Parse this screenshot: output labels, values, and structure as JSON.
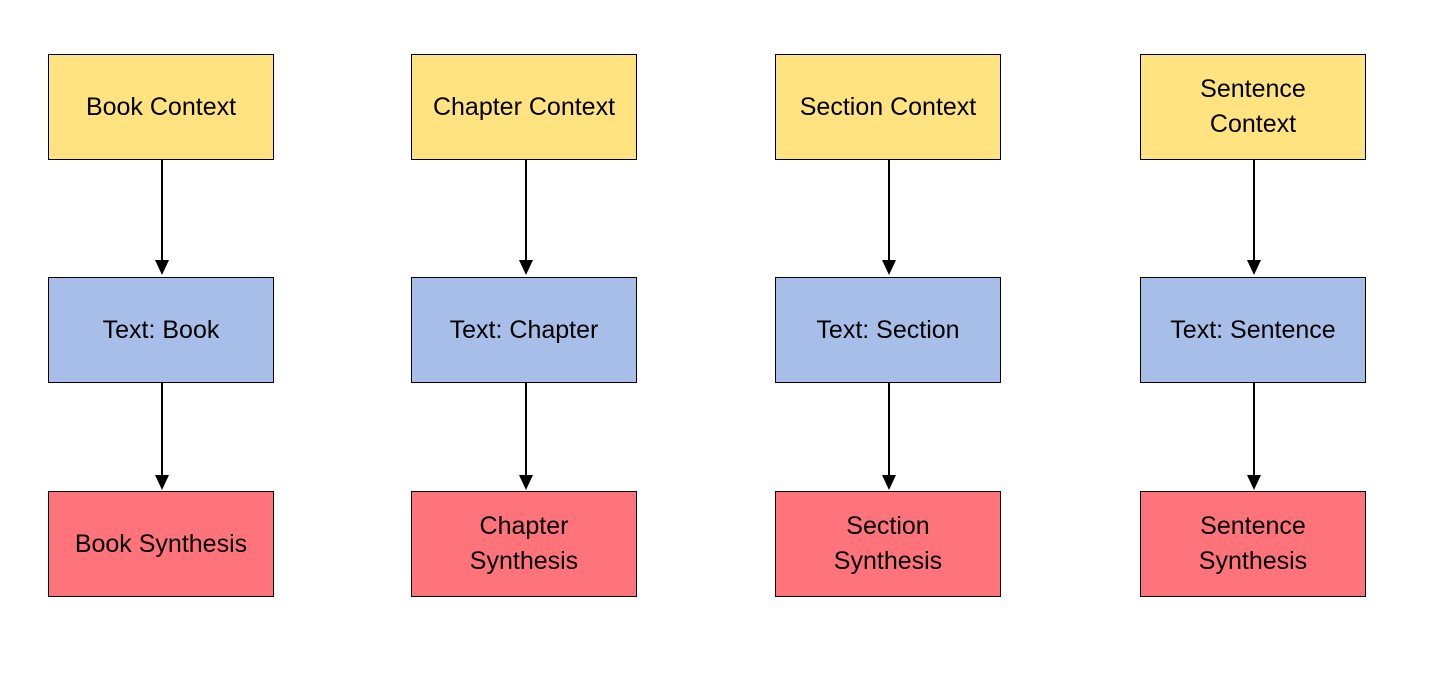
{
  "colors": {
    "context": "#FFE380",
    "text": "#A7BFE8",
    "synthesis": "#FF737A",
    "stroke": "#000000"
  },
  "columns": [
    {
      "context": "Book Context",
      "text": "Text: Book",
      "synthesis": "Book Synthesis"
    },
    {
      "context": "Chapter Context",
      "text": "Text: Chapter",
      "synthesis": "Chapter Synthesis"
    },
    {
      "context": "Section Context",
      "text": "Text: Section",
      "synthesis": "Section Synthesis"
    },
    {
      "context": "Sentence Context",
      "text": "Text: Sentence",
      "synthesis": "Sentence Synthesis"
    }
  ]
}
